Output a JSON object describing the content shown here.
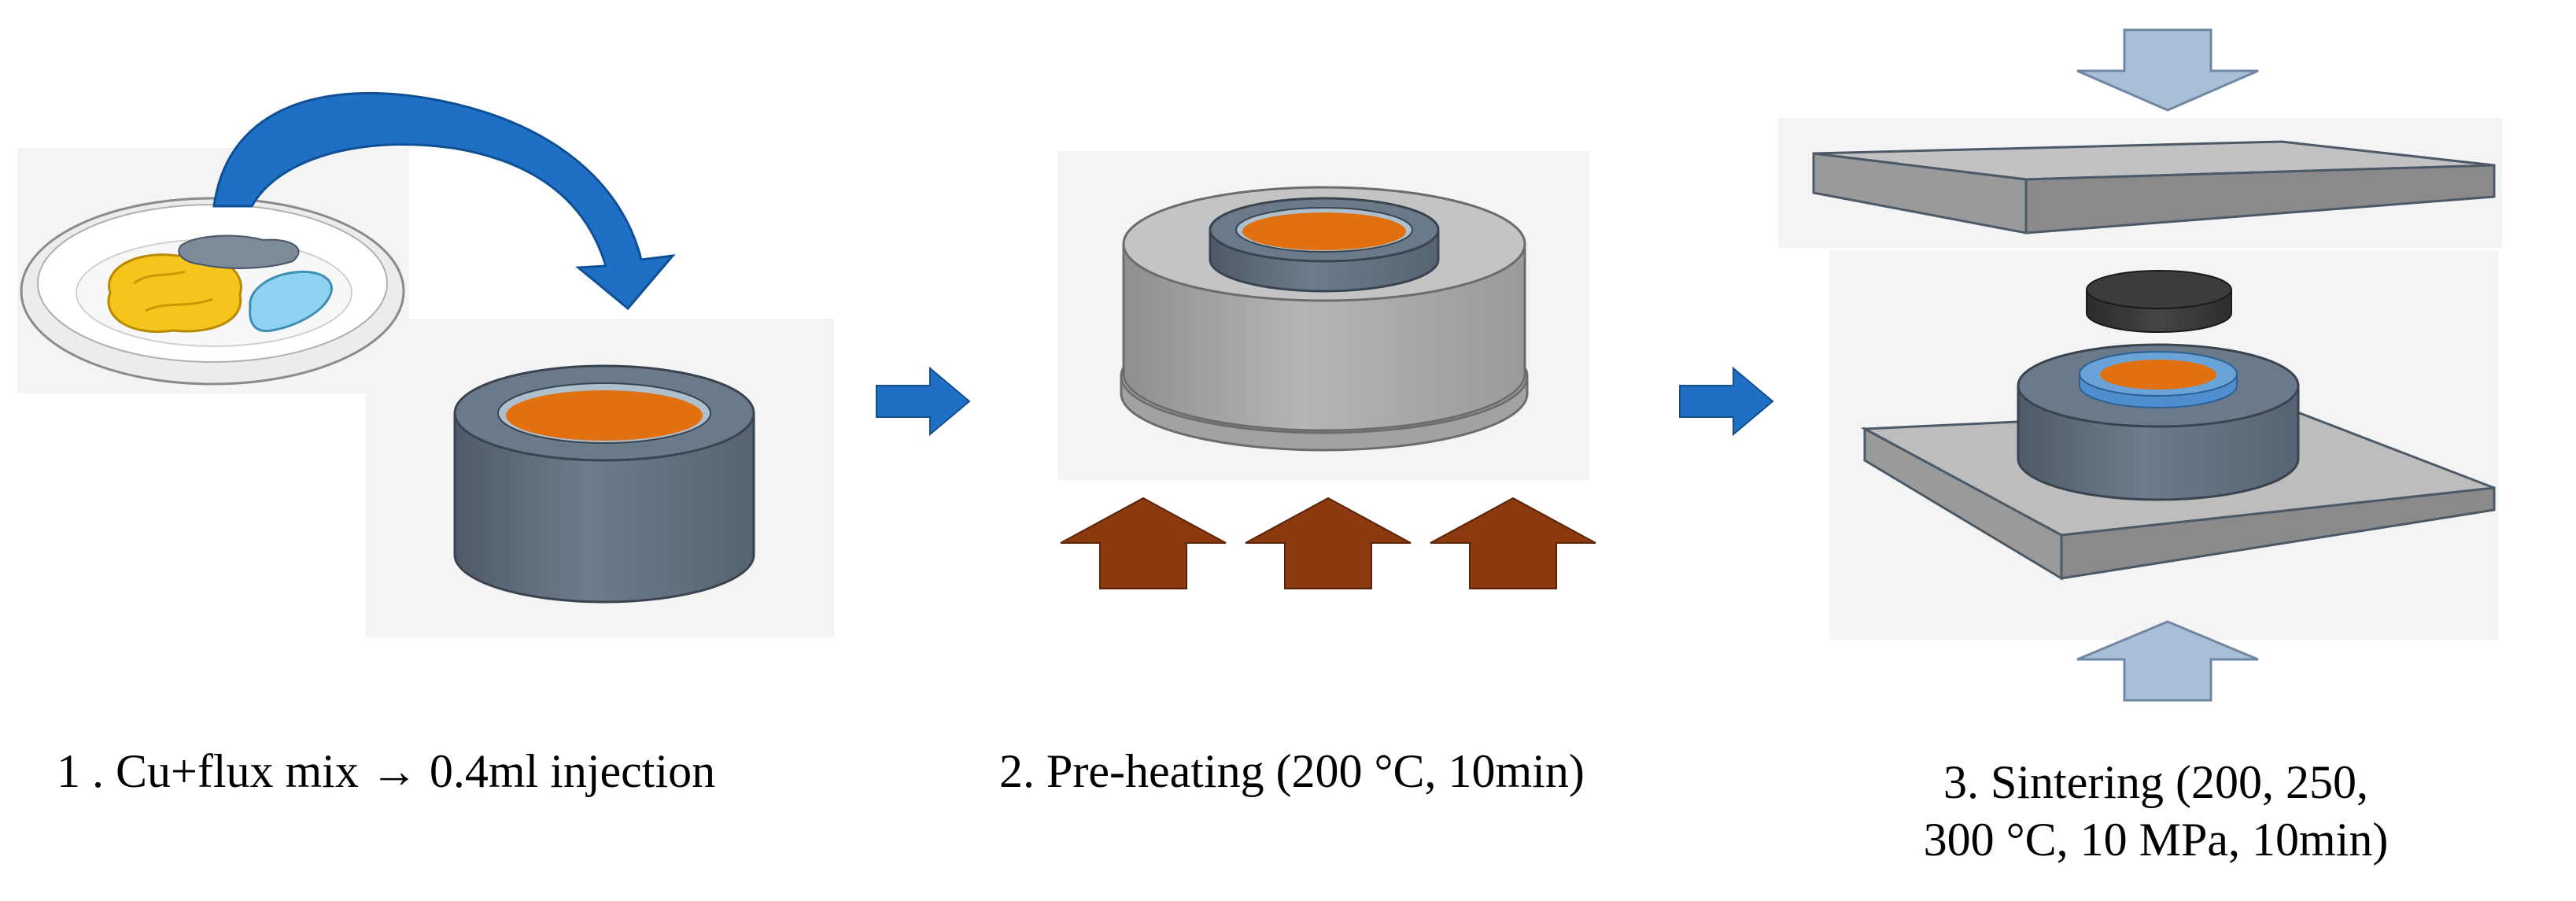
{
  "steps": [
    {
      "label": "1 . Cu+flux mix → 0.4ml injection"
    },
    {
      "label": "2. Pre-heating (200 °C, 10min)"
    },
    {
      "label_line1": "3. Sintering (200, 250,",
      "label_line2": "300 °C, 10 MPa, 10min)"
    }
  ],
  "colors": {
    "flow_arrow": "#1f6fc4",
    "heat_arrow": "#8b3a0f",
    "pressure_arrow": "#a9bfd8",
    "paste": "#e07010",
    "mold_gray": "#5f6f7f",
    "holder_gray": "#a6a6a6",
    "ring_blue": "#6aa3d8"
  },
  "icons": [
    "mixing-dish-icon",
    "transfer-curved-arrow",
    "heat-arrow-icon",
    "pressure-arrow-icon",
    "process-arrow-icon"
  ]
}
